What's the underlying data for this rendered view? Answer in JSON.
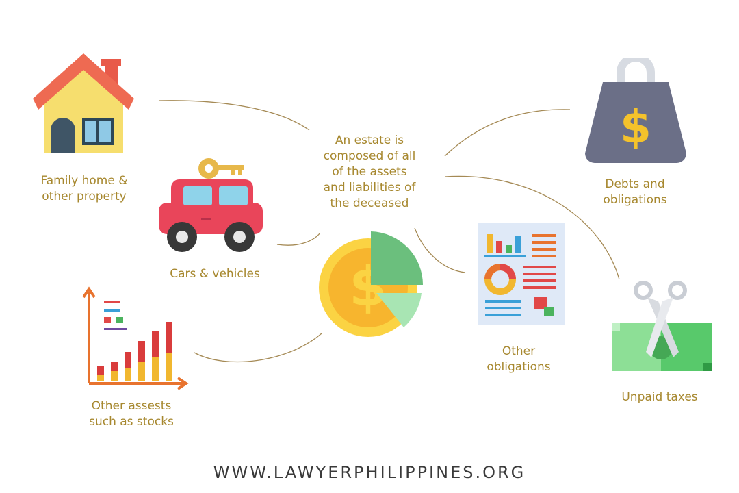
{
  "center": {
    "lines": [
      "An estate is",
      "composed of all",
      "of the assets",
      "and liabilities of",
      "the deceased"
    ]
  },
  "nodes": {
    "home": {
      "lines": [
        "Family home &",
        "other property"
      ],
      "icon": "house-icon"
    },
    "cars": {
      "lines": [
        "Cars & vehicles"
      ],
      "icon": "car-with-key-icon"
    },
    "stocks": {
      "lines": [
        "Other assests",
        "such as stocks"
      ],
      "icon": "stock-chart-icon"
    },
    "debts": {
      "lines": [
        "Debts and",
        "obligations"
      ],
      "icon": "dollar-weight-icon"
    },
    "other_obligations": {
      "lines": [
        "Other",
        "obligations"
      ],
      "icon": "report-document-icon"
    },
    "taxes": {
      "lines": [
        "Unpaid taxes"
      ],
      "icon": "scissors-cutting-cash-icon"
    }
  },
  "center_icon": "coin-pie-chart-icon",
  "footer": {
    "url": "WWW.LAWYERPHILIPPINES.ORG"
  },
  "colors": {
    "label": "#a7882f",
    "connector": "#a58a55",
    "footer": "#3a3a3a"
  }
}
